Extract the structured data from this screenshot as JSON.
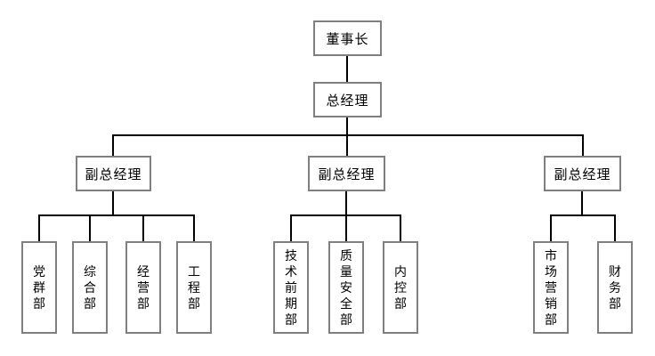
{
  "org": {
    "chairman": "董事长",
    "general_manager": "总经理",
    "deputies": [
      {
        "label": "副总经理",
        "departments": [
          "党群部",
          "综合部",
          "经营部",
          "工程部"
        ]
      },
      {
        "label": "副总经理",
        "departments": [
          "技术前期部",
          "质量安全部",
          "内控部"
        ]
      },
      {
        "label": "副总经理",
        "departments": [
          "市场营销部",
          "财务部"
        ]
      }
    ]
  },
  "colors": {
    "box_border": "#7f7f7f",
    "connector_line": "#000000",
    "background": "#ffffff",
    "text": "#000000"
  }
}
